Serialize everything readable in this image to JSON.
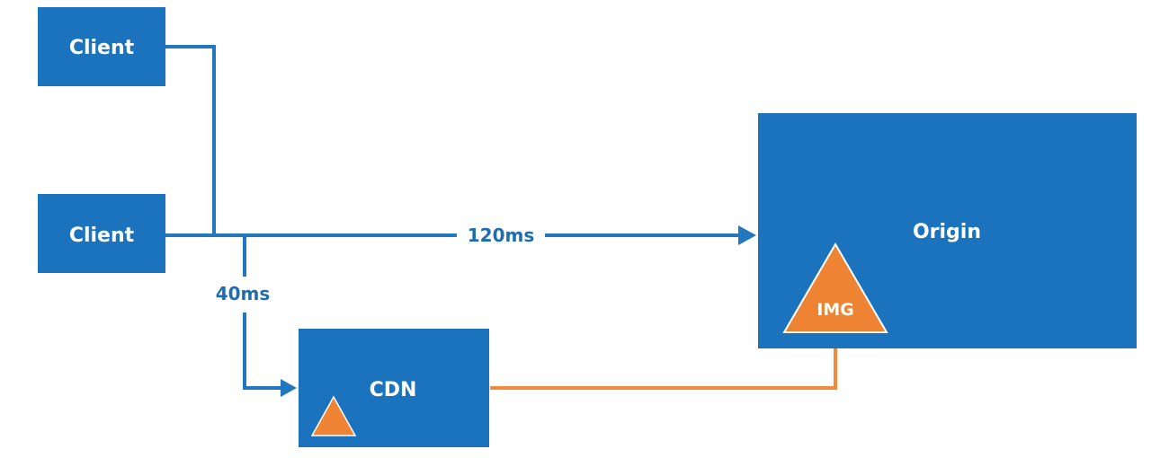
{
  "colors": {
    "box_fill": "#1A73BC",
    "request_line": "#2277BE",
    "fetch_line": "#F08A3C",
    "triangle_fill": "#EE8433",
    "label_text": "#1F6DB0"
  },
  "nodes": {
    "client_top": {
      "label": "Client"
    },
    "client_bottom": {
      "label": "Client"
    },
    "origin": {
      "label": "Origin",
      "asset_label": "IMG"
    },
    "cdn": {
      "label": "CDN"
    }
  },
  "edges": {
    "to_origin": {
      "label": "120ms"
    },
    "to_cdn": {
      "label": "40ms"
    }
  }
}
